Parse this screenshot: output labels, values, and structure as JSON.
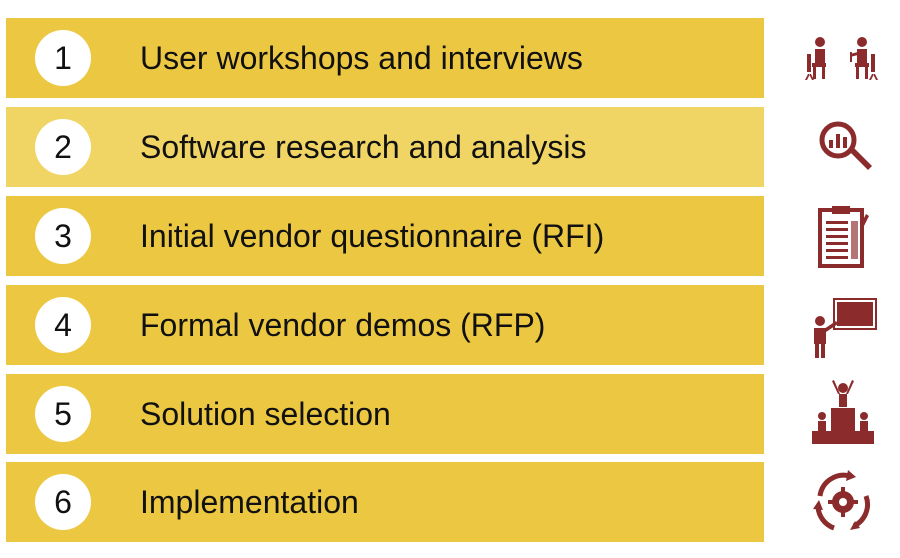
{
  "colors": {
    "bar_gold": "#ecc842",
    "bar_gold_light": "#f0d565",
    "icon_maroon": "#8b2b2b",
    "circle": "#ffffff",
    "text": "#111111"
  },
  "steps": [
    {
      "number": "1",
      "label": "User workshops and interviews",
      "icon": "workshop-people-icon",
      "shade": "gold"
    },
    {
      "number": "2",
      "label": "Software research and analysis",
      "icon": "magnifier-chart-icon",
      "shade": "light"
    },
    {
      "number": "3",
      "label": "Initial vendor questionnaire (RFI)",
      "icon": "clipboard-checklist-icon",
      "shade": "gold"
    },
    {
      "number": "4",
      "label": "Formal vendor demos (RFP)",
      "icon": "presenter-board-icon",
      "shade": "gold"
    },
    {
      "number": "5",
      "label": "Solution selection",
      "icon": "winner-podium-icon",
      "shade": "gold"
    },
    {
      "number": "6",
      "label": "Implementation",
      "icon": "cycle-gear-icon",
      "shade": "gold"
    }
  ]
}
